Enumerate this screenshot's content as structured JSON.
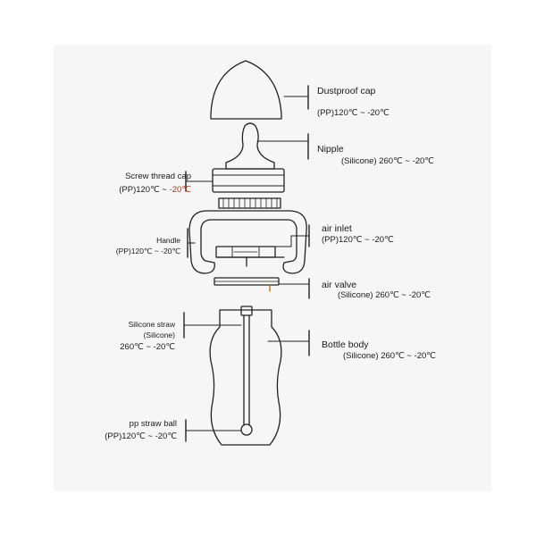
{
  "labels": {
    "dustproof_cap": {
      "name": "Dustproof cap",
      "spec": "(PP)120℃ ~ -20℃"
    },
    "nipple": {
      "name": "Nipple",
      "spec": "(Silicone) 260℃ ~ -20℃"
    },
    "screw_thread_cap": {
      "name": "Screw thread cap",
      "spec_prefix": "(PP)120℃ ~ ",
      "spec_highlight": "-20℃"
    },
    "handle": {
      "name": "Handle",
      "spec": "(PP)120℃ ~ -20℃"
    },
    "air_inlet": {
      "name": "air inlet",
      "spec": "(PP)120℃ ~ -20℃"
    },
    "air_valve": {
      "name": "air valve",
      "spec": "(Silicone) 260℃ ~ -20℃"
    },
    "silicone_straw": {
      "name": "Silicone straw",
      "material": "(Silicone)",
      "spec": "260℃ ~ -20℃"
    },
    "bottle_body": {
      "name": "Bottle body",
      "spec": "(Silicone) 260℃ ~ -20℃"
    },
    "pp_straw_ball": {
      "name": "pp straw ball",
      "spec": "(PP)120℃ ~ -20℃"
    }
  },
  "colors": {
    "background": "#ffffff",
    "panel": "#f6f6f6",
    "line": "#222222",
    "highlight": "#9b3a1a"
  }
}
